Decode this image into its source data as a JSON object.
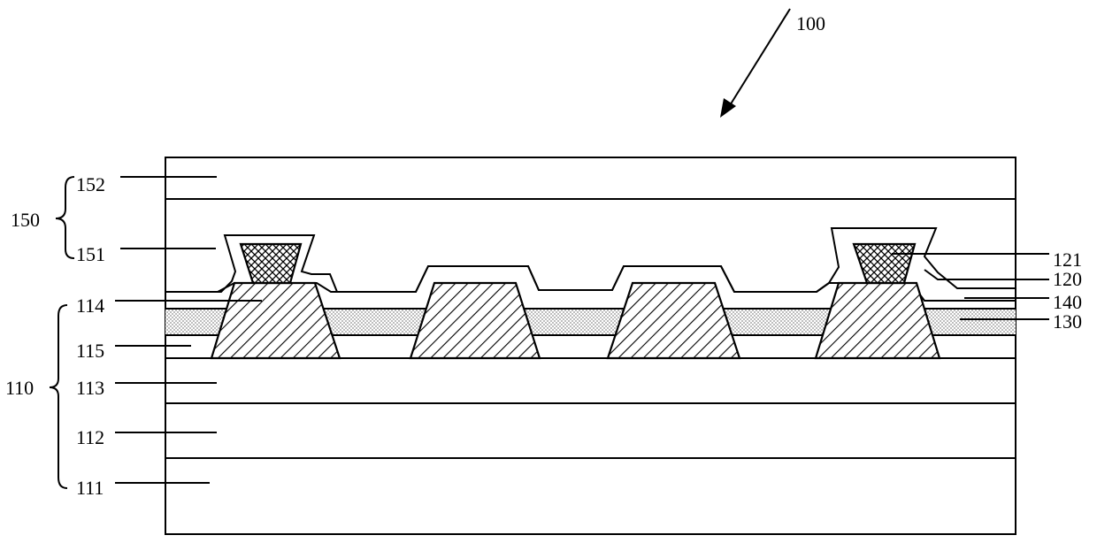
{
  "figure": {
    "reference": "100",
    "labels": {
      "l152": "152",
      "l150": "150",
      "l151": "151",
      "l114": "114",
      "l115": "115",
      "l110": "110",
      "l113": "113",
      "l112": "112",
      "l111": "111",
      "l121": "121",
      "l120": "120",
      "l140": "140",
      "l130": "130"
    }
  }
}
